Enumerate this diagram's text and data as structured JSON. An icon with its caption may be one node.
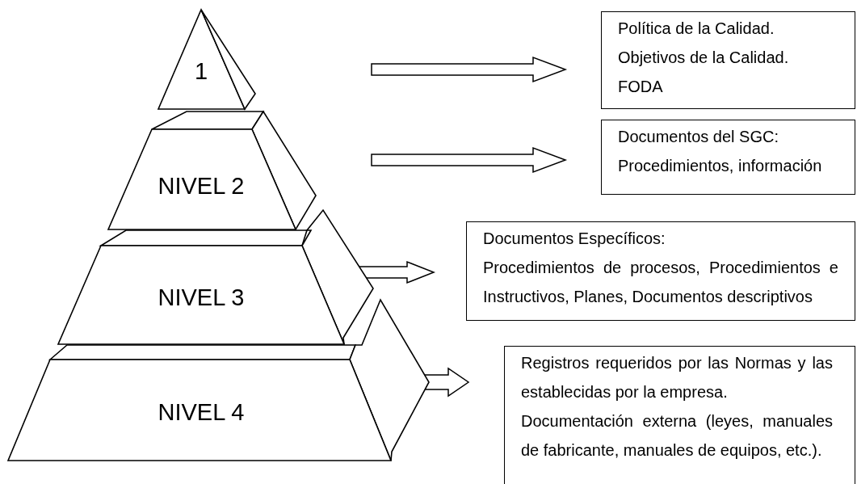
{
  "diagram": {
    "nodes": [
      {
        "text": [
          "1"
        ]
      },
      {
        "text": [
          "NIVEL 2"
        ]
      },
      {
        "text": [
          "NIVEL 3"
        ]
      },
      {
        "text": [
          "NIVEL 4"
        ]
      },
      {
        "text": [
          "Política de la Calidad.",
          "Objetivos de la Calidad.",
          "FODA"
        ]
      },
      {
        "text": [
          "Documentos del SGC:",
          "Procedimientos, información"
        ]
      },
      {
        "text": [
          "Documentos Específicos:",
          "Procedimientos de procesos, Procedimientos e Instructivos, Planes, Documentos descriptivos"
        ]
      },
      {
        "text": [
          "Registros requeridos por las Normas y las establecidas por la empresa.",
          "Documentación externa (leyes, manuales de fabricante, manuales de equipos, etc.)."
        ]
      }
    ],
    "edges": [
      {
        "from": 0,
        "to": 4,
        "arrow": "to"
      },
      {
        "from": 1,
        "to": 5,
        "arrow": "to"
      },
      {
        "from": 2,
        "to": 6,
        "arrow": "to"
      },
      {
        "from": 3,
        "to": 7,
        "arrow": "to"
      }
    ]
  }
}
